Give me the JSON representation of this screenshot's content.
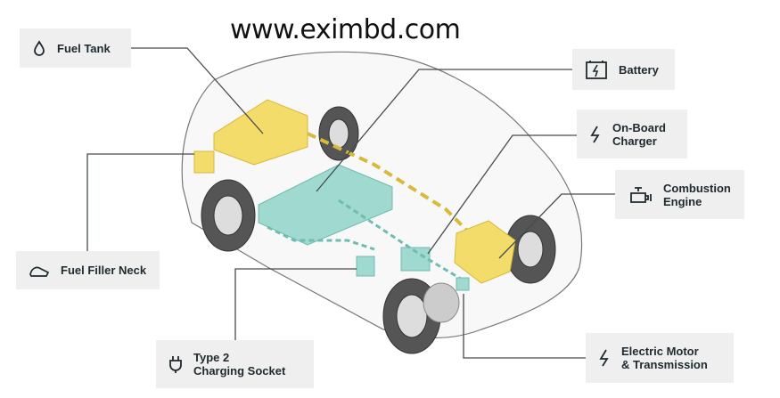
{
  "watermark": "www.eximbd.com",
  "labels": {
    "fuel_tank": "Fuel Tank",
    "battery": "Battery",
    "on_board_charger": [
      "On-Board",
      "Charger"
    ],
    "combustion_engine": [
      "Combustion",
      "Engine"
    ],
    "fuel_filler_neck": "Fuel Filler Neck",
    "type2_socket": [
      "Type 2",
      "Charging Socket"
    ],
    "electric_motor": [
      "Electric Motor",
      "& Transmission"
    ]
  },
  "colors": {
    "fuel": "#f3dc6a",
    "electric": "#9fd9d0",
    "label_bg": "#efefef",
    "line": "#444c50"
  }
}
